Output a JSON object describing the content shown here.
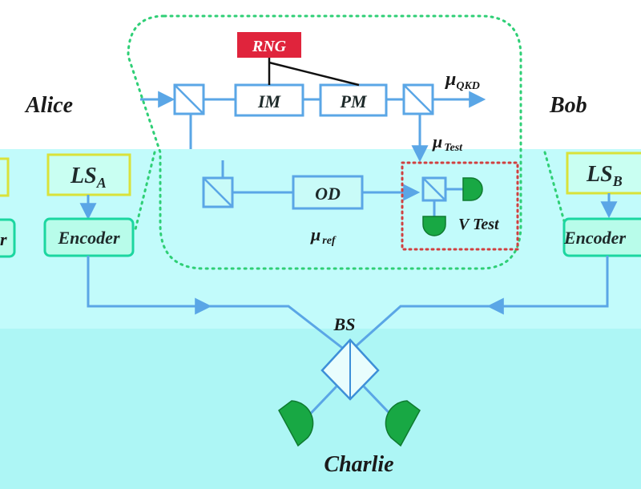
{
  "labels": {
    "alice": "Alice",
    "bob": "Bob",
    "charlie": "Charlie",
    "rng": "RNG",
    "im": "IM",
    "pm": "PM",
    "od": "OD",
    "v_test": "V Test",
    "bs": "BS",
    "mu": "μ",
    "qkd_sub": "QKD",
    "test_sub": "Test",
    "ref_sub": "ref",
    "ls": "LS",
    "ls_a_sub": "A",
    "ls_b_sub": "B",
    "encoder_a": "Encoder",
    "encoder_b": "Encoder",
    "left_cut_letter": "r"
  },
  "colors": {
    "beam_blue": "#5aa6e6",
    "detector_green": "#18a844",
    "rng_red": "#e0243c",
    "frame_green_dotted": "#2fcf76",
    "test_frame_red_dotted": "#d04040",
    "encoder_border": "#1bd6a0",
    "ls_border": "#d9e23a"
  },
  "icons": {
    "beam_splitter": "beam-splitter-icon",
    "detector": "photodetector-icon",
    "arrow": "arrow-right-icon"
  }
}
